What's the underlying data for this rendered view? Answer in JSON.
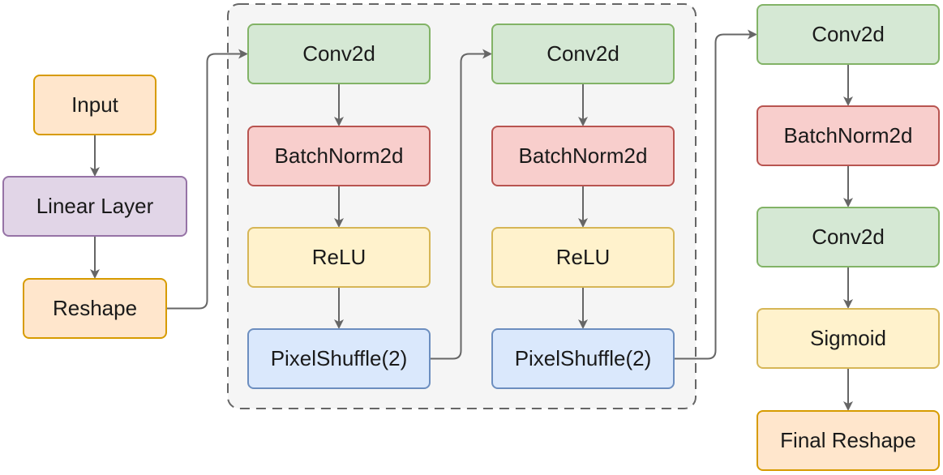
{
  "colors": {
    "orange": {
      "fill": "#ffe6cc",
      "stroke": "#d79b00"
    },
    "purple": {
      "fill": "#e1d5e7",
      "stroke": "#9673a6"
    },
    "green": {
      "fill": "#d5e8d4",
      "stroke": "#82b366"
    },
    "red": {
      "fill": "#f8cecc",
      "stroke": "#b85450"
    },
    "yellow": {
      "fill": "#fff2cc",
      "stroke": "#d6b656"
    },
    "blue": {
      "fill": "#dae8fc",
      "stroke": "#6c8ebf"
    },
    "group_fill": "#f5f5f5",
    "group_stroke": "#666666",
    "edge": "#666666"
  },
  "nodes": {
    "input": {
      "label": "Input",
      "color": "orange"
    },
    "linear": {
      "label": "Linear Layer",
      "color": "purple"
    },
    "reshape": {
      "label": "Reshape",
      "color": "orange"
    },
    "b1_conv": {
      "label": "Conv2d",
      "color": "green"
    },
    "b1_bn": {
      "label": "BatchNorm2d",
      "color": "red"
    },
    "b1_relu": {
      "label": "ReLU",
      "color": "yellow"
    },
    "b1_ps": {
      "label": "PixelShuffle(2)",
      "color": "blue"
    },
    "b2_conv": {
      "label": "Conv2d",
      "color": "green"
    },
    "b2_bn": {
      "label": "BatchNorm2d",
      "color": "red"
    },
    "b2_relu": {
      "label": "ReLU",
      "color": "yellow"
    },
    "b2_ps": {
      "label": "PixelShuffle(2)",
      "color": "blue"
    },
    "o_conv1": {
      "label": "Conv2d",
      "color": "green"
    },
    "o_bn": {
      "label": "BatchNorm2d",
      "color": "red"
    },
    "o_conv2": {
      "label": "Conv2d",
      "color": "green"
    },
    "o_sigmoid": {
      "label": "Sigmoid",
      "color": "yellow"
    },
    "o_final": {
      "label": "Final Reshape",
      "color": "orange"
    }
  },
  "edges": [
    [
      "input",
      "linear"
    ],
    [
      "linear",
      "reshape"
    ],
    [
      "reshape",
      "b1_conv"
    ],
    [
      "b1_conv",
      "b1_bn"
    ],
    [
      "b1_bn",
      "b1_relu"
    ],
    [
      "b1_relu",
      "b1_ps"
    ],
    [
      "b1_ps",
      "b2_conv"
    ],
    [
      "b2_conv",
      "b2_bn"
    ],
    [
      "b2_bn",
      "b2_relu"
    ],
    [
      "b2_relu",
      "b2_ps"
    ],
    [
      "b2_ps",
      "o_conv1"
    ],
    [
      "o_conv1",
      "o_bn"
    ],
    [
      "o_bn",
      "o_conv2"
    ],
    [
      "o_conv2",
      "o_sigmoid"
    ],
    [
      "o_sigmoid",
      "o_final"
    ]
  ]
}
